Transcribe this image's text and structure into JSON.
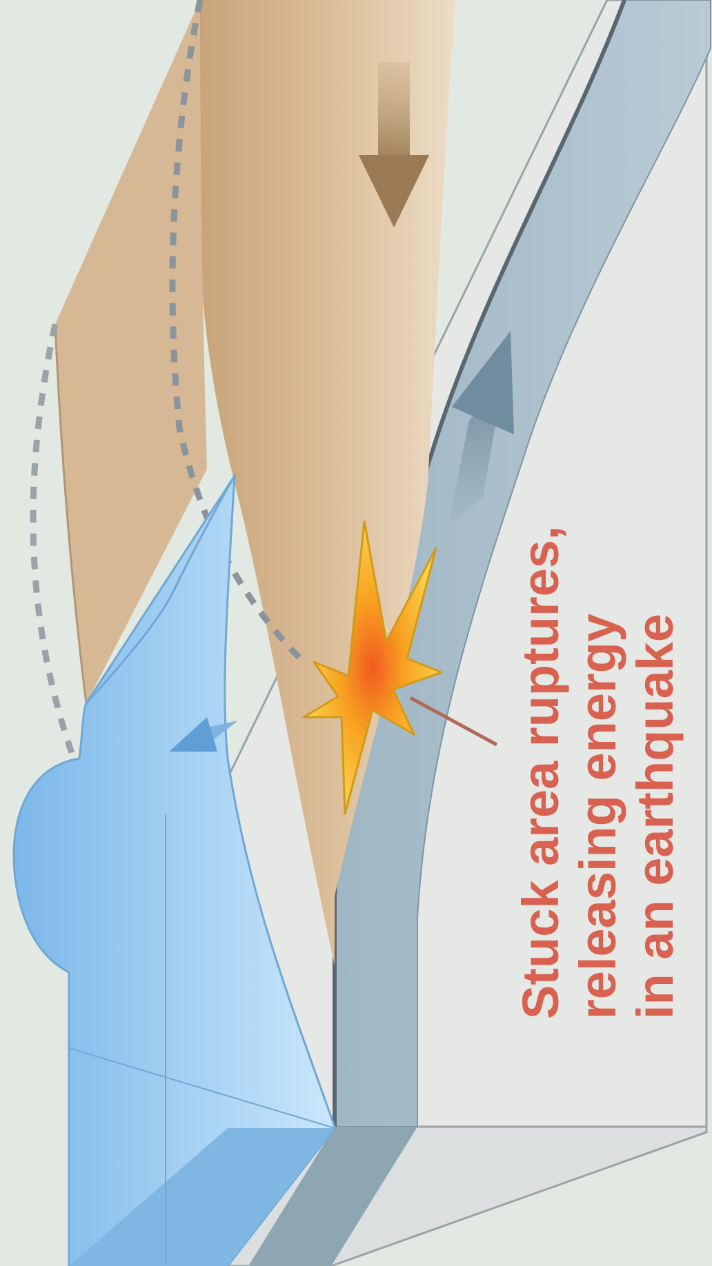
{
  "annotation": {
    "lines": [
      "Stuck area ruptures,",
      "releasing energy",
      "in an earthquake"
    ]
  },
  "colors": {
    "background": "#e2e9e2",
    "label_text": "#d9614f",
    "leader_line": "#b06a5a",
    "continental_plate": "#d2b390",
    "ocean_water": "#8fc6ef",
    "subducting_plate": "#a9bfcc",
    "mantle_box": "#e6e8e6",
    "rupture_star": "#f7a620"
  },
  "icons": {
    "rupture": "burst-star-icon",
    "plate_motion_down": "arrow-down-icon",
    "plate_motion_up": "arrow-up-icon",
    "wave_motion": "arrow-left-icon"
  }
}
